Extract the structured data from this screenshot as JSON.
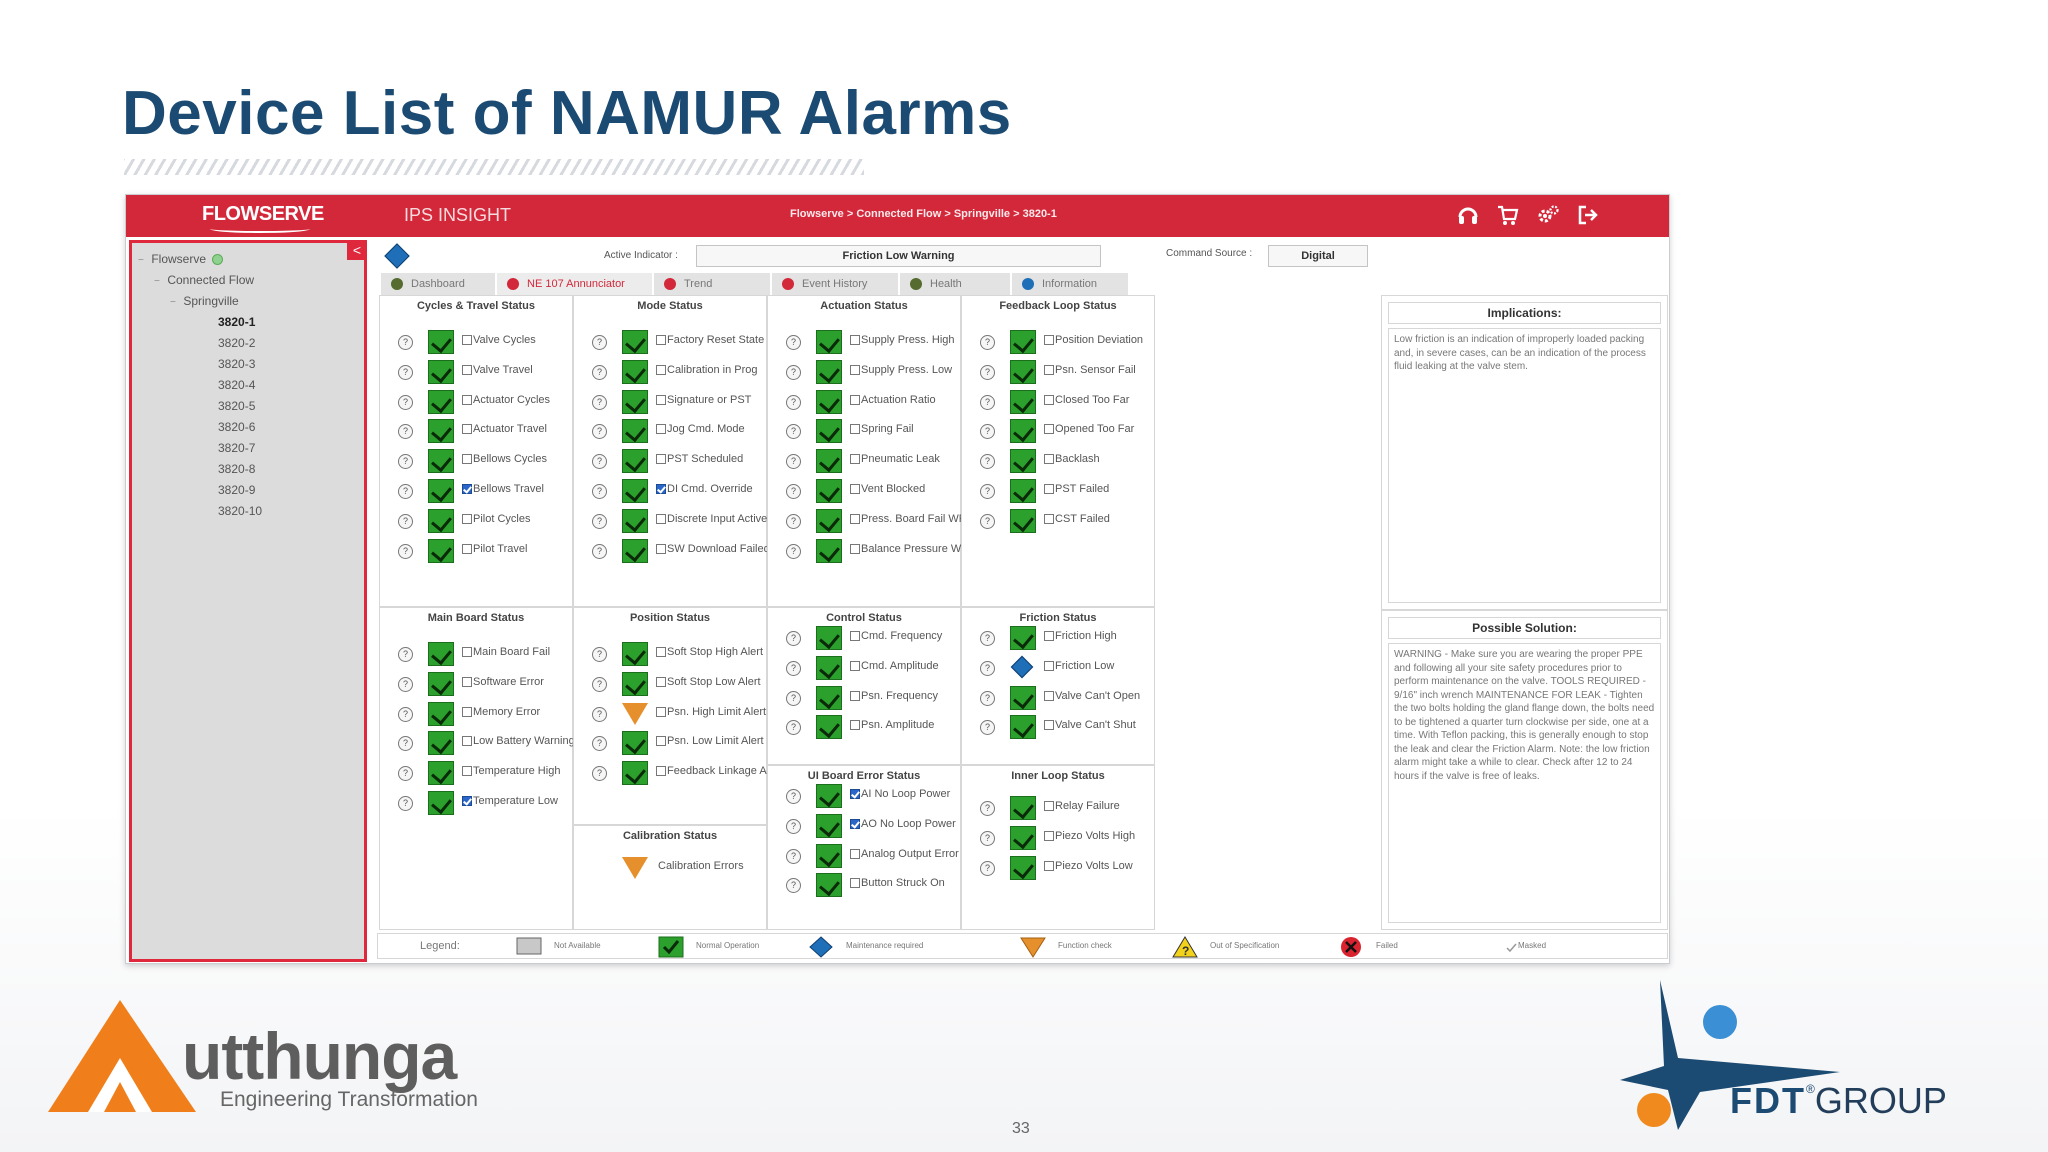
{
  "slide": {
    "title": "Device List of NAMUR Alarms",
    "page_number": "33",
    "company_name": "utthunga",
    "company_tagline": "Engineering Transformation",
    "partner_brand": "FDT",
    "partner_group": "GROUP"
  },
  "app": {
    "logo": "FLOWSERVE",
    "name": "IPS INSIGHT",
    "breadcrumb": "Flowserve > Connected Flow > Springville > 3820-1",
    "header_icons": [
      "headset-icon",
      "cart-icon",
      "settings-icon",
      "logout-icon"
    ],
    "accent_color": "#d3283a"
  },
  "sidebar": {
    "collapse_label": "<",
    "tree": [
      {
        "label": "Flowserve",
        "toggle": "−",
        "level": 0
      },
      {
        "label": "Connected Flow",
        "toggle": "−",
        "level": 1
      },
      {
        "label": "Springville",
        "toggle": "−",
        "level": 2
      },
      {
        "label": "3820-1",
        "level": 3,
        "selected": true
      },
      {
        "label": "3820-2",
        "level": 3
      },
      {
        "label": "3820-3",
        "level": 3
      },
      {
        "label": "3820-4",
        "level": 3
      },
      {
        "label": "3820-5",
        "level": 3
      },
      {
        "label": "3820-6",
        "level": 3
      },
      {
        "label": "3820-7",
        "level": 3
      },
      {
        "label": "3820-8",
        "level": 3
      },
      {
        "label": "3820-9",
        "level": 3
      },
      {
        "label": "3820-10",
        "level": 3
      }
    ]
  },
  "toolbar": {
    "active_indicator_label": "Active Indicator :",
    "active_indicator_value": "Friction Low Warning",
    "command_source_label": "Command Source :",
    "command_source_value": "Digital"
  },
  "tabs": [
    {
      "label": "Dashboard",
      "icon": "dashboard-icon",
      "active": false
    },
    {
      "label": "NE 107 Annunciator",
      "icon": "annunciator-icon",
      "active": true
    },
    {
      "label": "Trend",
      "icon": "trend-icon",
      "active": false
    },
    {
      "label": "Event History",
      "icon": "event-history-icon",
      "active": false
    },
    {
      "label": "Health",
      "icon": "health-icon",
      "active": false
    },
    {
      "label": "Information",
      "icon": "information-icon",
      "active": false
    }
  ],
  "panels": [
    {
      "title": "Cycles & Travel Status",
      "items": [
        {
          "label": "Valve Cycles",
          "status": "ok",
          "checked": false
        },
        {
          "label": "Valve Travel",
          "status": "ok",
          "checked": false
        },
        {
          "label": "Actuator Cycles",
          "status": "ok",
          "checked": false
        },
        {
          "label": "Actuator Travel",
          "status": "ok",
          "checked": false
        },
        {
          "label": "Bellows Cycles",
          "status": "ok",
          "checked": false
        },
        {
          "label": "Bellows Travel",
          "status": "ok",
          "checked": true
        },
        {
          "label": "Pilot Cycles",
          "status": "ok",
          "checked": false
        },
        {
          "label": "Pilot Travel",
          "status": "ok",
          "checked": false
        }
      ]
    },
    {
      "title": "Mode Status",
      "items": [
        {
          "label": "Factory Reset State",
          "status": "ok",
          "checked": false
        },
        {
          "label": "Calibration in Prog",
          "status": "ok",
          "checked": false
        },
        {
          "label": "Signature or PST",
          "status": "ok",
          "checked": false
        },
        {
          "label": "Jog Cmd. Mode",
          "status": "ok",
          "checked": false
        },
        {
          "label": "PST Scheduled",
          "status": "ok",
          "checked": false
        },
        {
          "label": "DI Cmd. Override",
          "status": "ok",
          "checked": true
        },
        {
          "label": "Discrete Input Active",
          "status": "ok",
          "checked": false
        },
        {
          "label": "SW Download Failed",
          "status": "ok",
          "checked": false
        }
      ]
    },
    {
      "title": "Actuation Status",
      "items": [
        {
          "label": "Supply Press. High",
          "status": "ok",
          "checked": false
        },
        {
          "label": "Supply Press. Low",
          "status": "ok",
          "checked": false
        },
        {
          "label": "Actuation Ratio",
          "status": "ok",
          "checked": false
        },
        {
          "label": "Spring Fail",
          "status": "ok",
          "checked": false
        },
        {
          "label": "Pneumatic Leak",
          "status": "ok",
          "checked": false
        },
        {
          "label": "Vent Blocked",
          "status": "ok",
          "checked": false
        },
        {
          "label": "Press. Board Fail WRN",
          "status": "ok",
          "checked": false
        },
        {
          "label": "Balance Pressure Warning",
          "status": "ok",
          "checked": false
        }
      ]
    },
    {
      "title": "Feedback Loop Status",
      "items": [
        {
          "label": "Position Deviation",
          "status": "ok",
          "checked": false
        },
        {
          "label": "Psn. Sensor Fail",
          "status": "ok",
          "checked": false
        },
        {
          "label": "Closed Too Far",
          "status": "ok",
          "checked": false
        },
        {
          "label": "Opened Too Far",
          "status": "ok",
          "checked": false
        },
        {
          "label": "Backlash",
          "status": "ok",
          "checked": false
        },
        {
          "label": "PST Failed",
          "status": "ok",
          "checked": false
        },
        {
          "label": "CST Failed",
          "status": "ok",
          "checked": false
        }
      ]
    },
    {
      "title": "Main Board Status",
      "items": [
        {
          "label": "Main Board Fail",
          "status": "ok",
          "checked": false
        },
        {
          "label": "Software Error",
          "status": "ok",
          "checked": false
        },
        {
          "label": "Memory Error",
          "status": "ok",
          "checked": false
        },
        {
          "label": "Low Battery Warning",
          "status": "ok",
          "checked": false
        },
        {
          "label": "Temperature High",
          "status": "ok",
          "checked": false
        },
        {
          "label": "Temperature Low",
          "status": "ok",
          "checked": true
        }
      ]
    },
    {
      "title": "Position Status",
      "items": [
        {
          "label": "Soft Stop High Alert",
          "status": "ok",
          "checked": false
        },
        {
          "label": "Soft Stop Low Alert",
          "status": "ok",
          "checked": false
        },
        {
          "label": "Psn. High Limit Alert",
          "status": "func",
          "checked": false
        },
        {
          "label": "Psn. Low Limit Alert",
          "status": "ok",
          "checked": false
        },
        {
          "label": "Feedback Linkage ALM",
          "status": "ok",
          "checked": false
        }
      ]
    },
    {
      "title": "Control Status",
      "items": [
        {
          "label": "Cmd. Frequency",
          "status": "ok",
          "checked": false
        },
        {
          "label": "Cmd. Amplitude",
          "status": "ok",
          "checked": false
        },
        {
          "label": "Psn. Frequency",
          "status": "ok",
          "checked": false
        },
        {
          "label": "Psn. Amplitude",
          "status": "ok",
          "checked": false
        }
      ]
    },
    {
      "title": "Friction Status",
      "items": [
        {
          "label": "Friction High",
          "status": "ok",
          "checked": false
        },
        {
          "label": "Friction Low",
          "status": "maint",
          "checked": false
        },
        {
          "label": "Valve Can't Open",
          "status": "ok",
          "checked": false
        },
        {
          "label": "Valve Can't Shut",
          "status": "ok",
          "checked": false
        }
      ]
    },
    {
      "title": "Calibration Status",
      "items": [
        {
          "label": "Calibration Errors",
          "status": "func",
          "nocheck": true
        }
      ]
    },
    {
      "title": "UI Board Error Status",
      "items": [
        {
          "label": "AI No Loop Power",
          "status": "ok",
          "checked": true
        },
        {
          "label": "AO No Loop Power",
          "status": "ok",
          "checked": true
        },
        {
          "label": "Analog Output Error",
          "status": "ok",
          "checked": false
        },
        {
          "label": "Button Struck On",
          "status": "ok",
          "checked": false
        }
      ]
    },
    {
      "title": "Inner Loop Status",
      "items": [
        {
          "label": "Relay Failure",
          "status": "ok",
          "checked": false
        },
        {
          "label": "Piezo Volts High",
          "status": "ok",
          "checked": false
        },
        {
          "label": "Piezo Volts Low",
          "status": "ok",
          "checked": false
        }
      ]
    }
  ],
  "implications": {
    "title": "Implications:",
    "text": "Low friction is an indication of improperly loaded packing and, in severe cases, can be an indication of the process fluid leaking at the valve stem."
  },
  "solution": {
    "title": "Possible Solution:",
    "text": "WARNING - Make sure you are wearing the proper PPE and following all your site safety procedures prior to perform maintenance on the valve. TOOLS REQUIRED - 9/16\" inch wrench MAINTENANCE FOR LEAK - Tighten the two bolts holding the gland flange down, the bolts need to be tightened a quarter turn clockwise per side, one at a time. With Teflon packing, this is generally enough to stop the leak and clear the Friction Alarm. Note: the low friction alarm might take a while to clear. Check after 12 to 24 hours if the valve is free of leaks."
  },
  "legend": {
    "title": "Legend:",
    "items": [
      {
        "label": "Not Available",
        "symbol": "not-available"
      },
      {
        "label": "Normal Operation",
        "symbol": "ok"
      },
      {
        "label": "Maintenance required",
        "symbol": "maint"
      },
      {
        "label": "Function check",
        "symbol": "func"
      },
      {
        "label": "Out of Specification",
        "symbol": "spec"
      },
      {
        "label": "Failed",
        "symbol": "failed"
      },
      {
        "label": "Masked",
        "symbol": "masked"
      }
    ]
  },
  "colors": {
    "ok": "#2ca02c",
    "maint": "#1e6fb8",
    "func": "#e5902c",
    "spec": "#f3d21c",
    "failed": "#d9232e",
    "title": "#1b4a72"
  }
}
